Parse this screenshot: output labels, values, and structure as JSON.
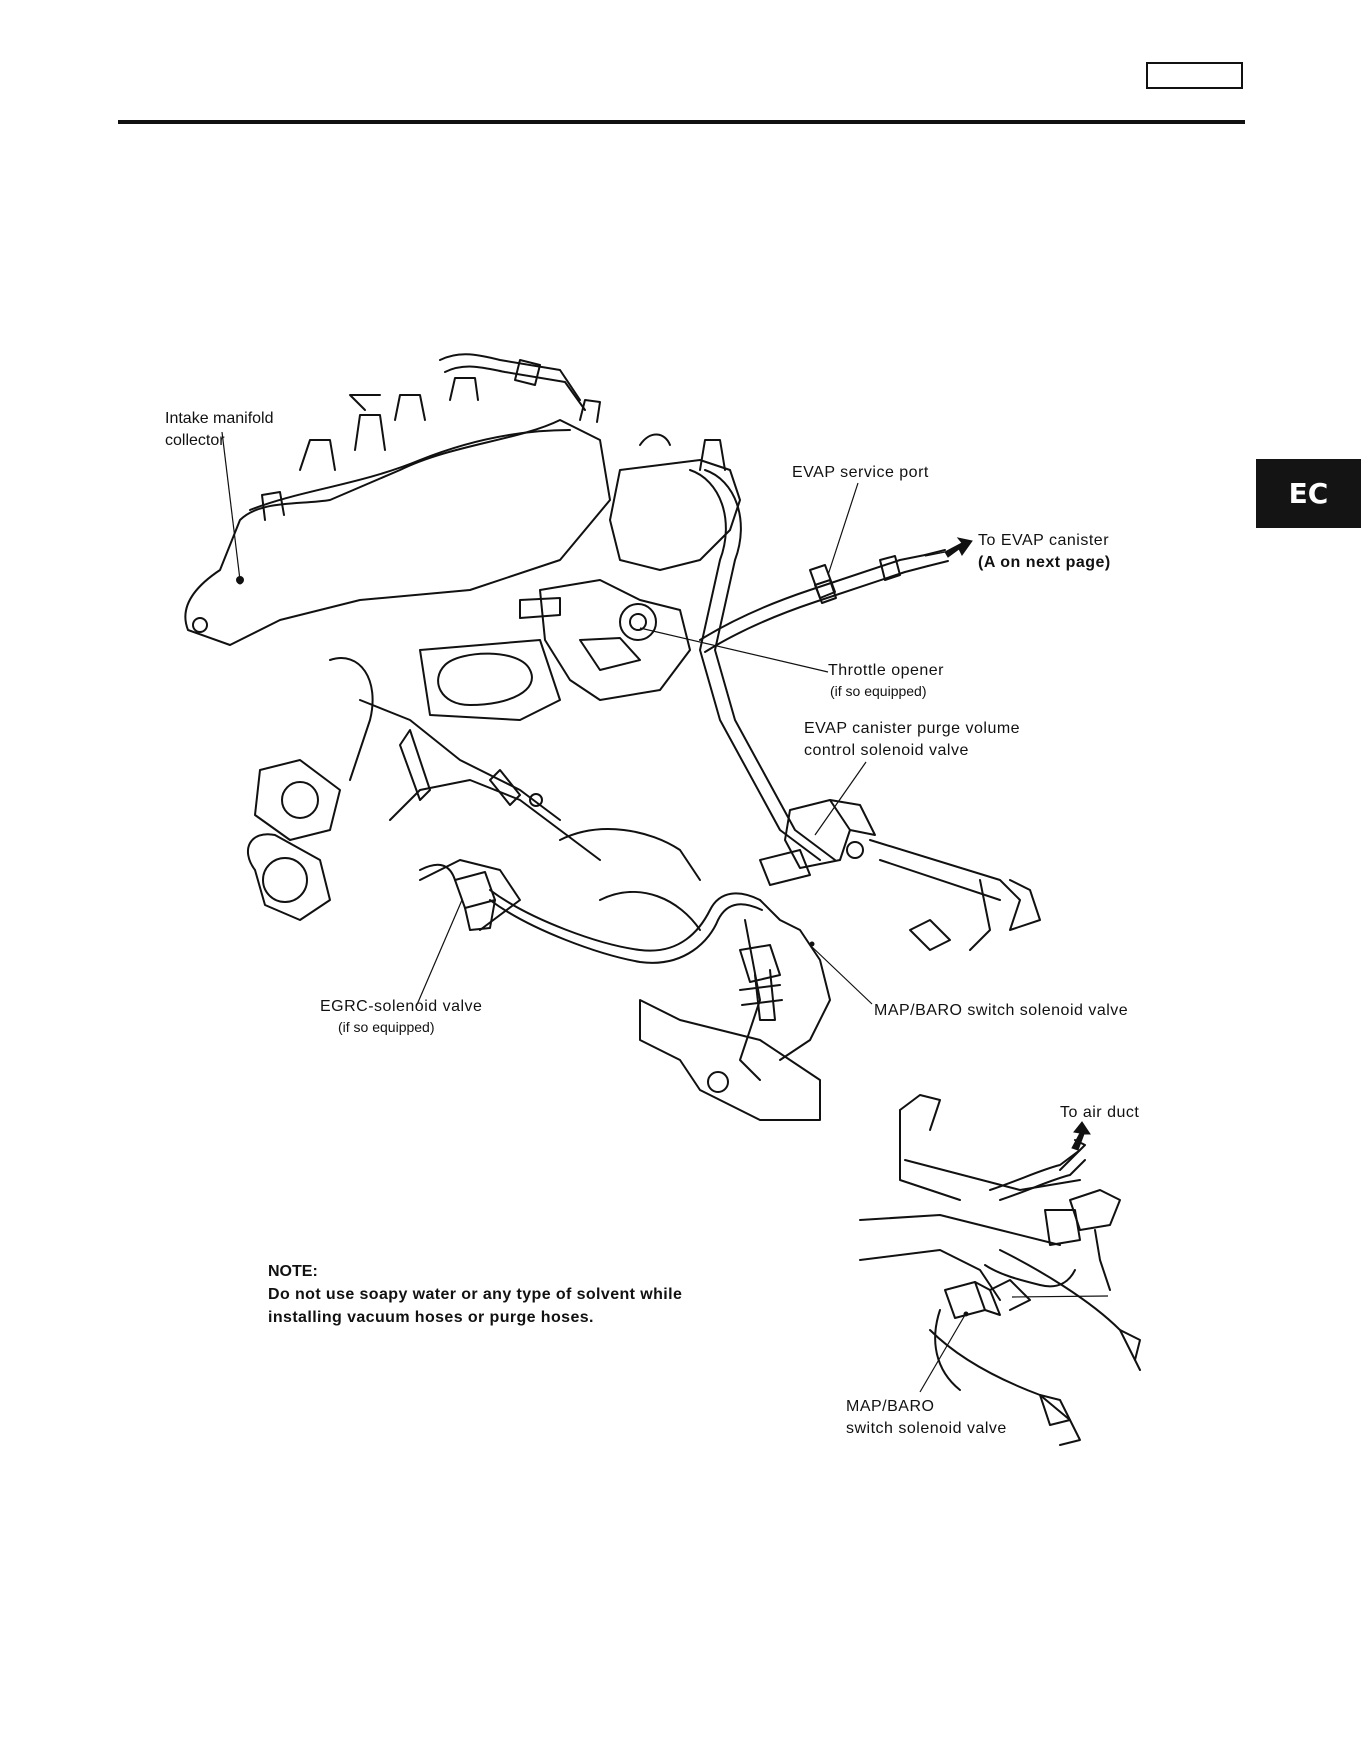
{
  "tab": {
    "label": "EC"
  },
  "labels": {
    "intake_manifold_line1": "Intake manifold",
    "intake_manifold_line2": "collector",
    "evap_service_port": "EVAP service port",
    "to_evap_canister_line1": "To EVAP canister",
    "to_evap_canister_line2": "(A on next page)",
    "throttle_opener_line1": "Throttle opener",
    "throttle_opener_line2": "(if so equipped)",
    "evap_purge_line1": "EVAP canister purge volume",
    "evap_purge_line2": "control solenoid valve",
    "egrc_line1": "EGRC-solenoid valve",
    "egrc_line2": "(if so equipped)",
    "map_baro_main": "MAP/BARO switch solenoid valve",
    "to_air_duct": "To air duct",
    "map_baro_inset_line1": "MAP/BARO",
    "map_baro_inset_line2": "switch solenoid valve"
  },
  "note": {
    "title": "NOTE:",
    "line1": "Do not use soapy water or any type of solvent while",
    "line2": "installing vacuum hoses or purge hoses."
  },
  "colors": {
    "ink": "#111111",
    "tab_bg": "#141414",
    "tab_text": "#ffffff"
  }
}
